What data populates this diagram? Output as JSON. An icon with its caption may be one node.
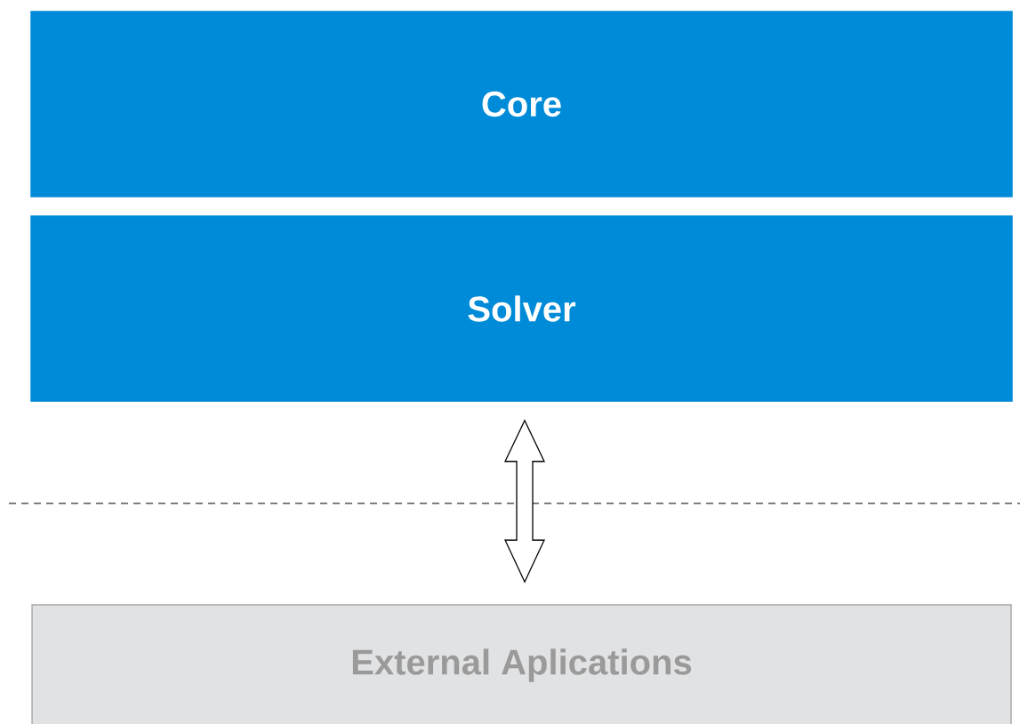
{
  "diagram": {
    "nodes": [
      {
        "text": [
          "Core"
        ]
      },
      {
        "text": [
          "Solver"
        ]
      },
      {
        "text": [
          "External Aplications"
        ]
      }
    ],
    "edges": [
      {
        "from": 1,
        "to": 2,
        "arrow": "both"
      }
    ]
  }
}
